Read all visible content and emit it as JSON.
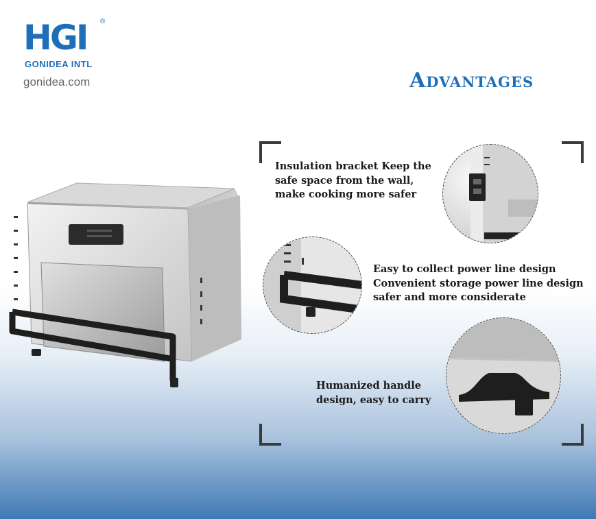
{
  "brand": {
    "logo_text": "HGI",
    "registered": "®",
    "name": "GONIDEA INTL",
    "website": "gonidea.com"
  },
  "title": "Advantages",
  "features": [
    {
      "lines": [
        "Insulation bracket Keep the",
        "safe space from the wall,",
        "make cooking more safer"
      ]
    },
    {
      "lines": [
        "Easy to collect power line design",
        "Convenient storage power line design",
        "safer and more considerate"
      ]
    },
    {
      "lines": [
        "Humanized handle",
        "design, easy to carry"
      ]
    }
  ],
  "colors": {
    "brand": "#1f6fb8",
    "frame": "#3a3a3a",
    "text": "#1a1a1a"
  }
}
